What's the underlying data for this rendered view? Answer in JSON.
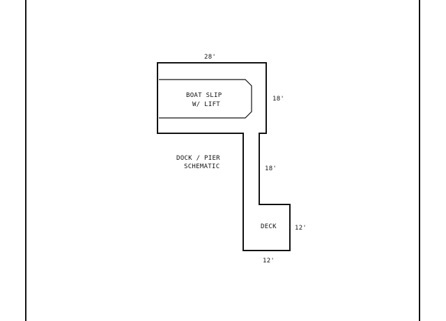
{
  "drawing": {
    "boat_slip_line1": "BOAT SLIP",
    "boat_slip_line2": "W/ LIFT",
    "schematic_line1": "DOCK / PIER",
    "schematic_line2": "SCHEMATIC",
    "deck_label": "DECK",
    "dim_top": "28'",
    "dim_right_slip": "18'",
    "dim_walkway": "18'",
    "dim_deck_right": "12'",
    "dim_deck_bottom": "12'"
  },
  "colors": {
    "line": "#111111",
    "background": "#ffffff"
  }
}
